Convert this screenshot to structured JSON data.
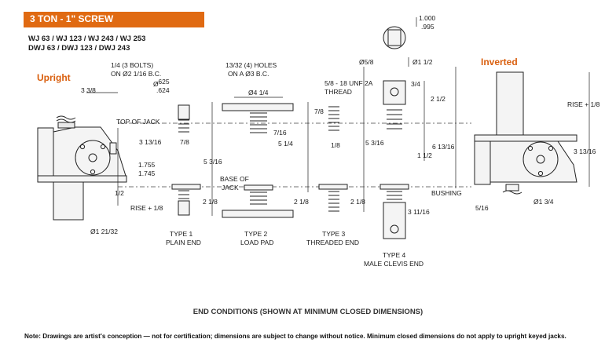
{
  "header": {
    "title": "3 TON - 1\" SCREW"
  },
  "models": {
    "line1": "WJ 63 / WJ 123 / WJ 243 / WJ 253",
    "line2": "DWJ 63 / DWJ 123 / DWJ 243"
  },
  "orientation": {
    "upright": "Upright",
    "inverted": "Inverted"
  },
  "dims": {
    "d_1000": "1.000",
    "d_995": ".995",
    "d_58": "Ø5/8",
    "d_112a": "Ø1 1/2",
    "bolts1": "1/4 (3 BOLTS)",
    "bolts2": "ON Ø2 1/16 B.C.",
    "holes1": "13/32 (4) HOLES",
    "holes2": "ON A Ø3 B.C.",
    "d625": ".625",
    "d624": ".624",
    "dia_sym": "Ø",
    "d338": "3 3/8",
    "d414": "Ø4 1/4",
    "thread1": "5/8 - 18 UNF 2A",
    "thread2": "THREAD",
    "d34": "3/4",
    "d212a": "2 1/2",
    "top_of_jack": "TOP OF JACK",
    "d78a": "7/8",
    "d78b": "7/8",
    "d716": "7/16",
    "d18": "1/8",
    "d3_13_16a": "3 13/16",
    "d514": "5 1/4",
    "d5_3_16a": "5 3/16",
    "d5_3_16b": "5 3/16",
    "d6_13_16": "6 13/16",
    "d112b": "1 1/2",
    "d1755": "1.755",
    "d1745": "1.745",
    "base1": "BASE OF",
    "base2": "JACK",
    "d12": "1/2",
    "d218a": "2 1/8",
    "d218b": "2 1/8",
    "d218c": "2 1/8",
    "d3_11_16": "3 11/16",
    "rise1": "RISE + 1/8",
    "rise2": "RISE + 1/8",
    "d1_21_32": "Ø1 21/32",
    "bushing": "BUSHING",
    "d516": "5/16",
    "d134": "Ø1 3/4",
    "d3_13_16b": "3 13/16"
  },
  "types": {
    "t1a": "TYPE 1",
    "t1b": "PLAIN END",
    "t2a": "TYPE 2",
    "t2b": "LOAD PAD",
    "t3a": "TYPE 3",
    "t3b": "THREADED END",
    "t4a": "TYPE 4",
    "t4b": "MALE CLEVIS END"
  },
  "caption": "END CONDITIONS (SHOWN AT MINIMUM CLOSED DIMENSIONS)",
  "note": "Note: Drawings are artist's conception — not for certification; dimensions are subject to change without notice. Minimum closed dimensions do not apply to upright keyed jacks."
}
